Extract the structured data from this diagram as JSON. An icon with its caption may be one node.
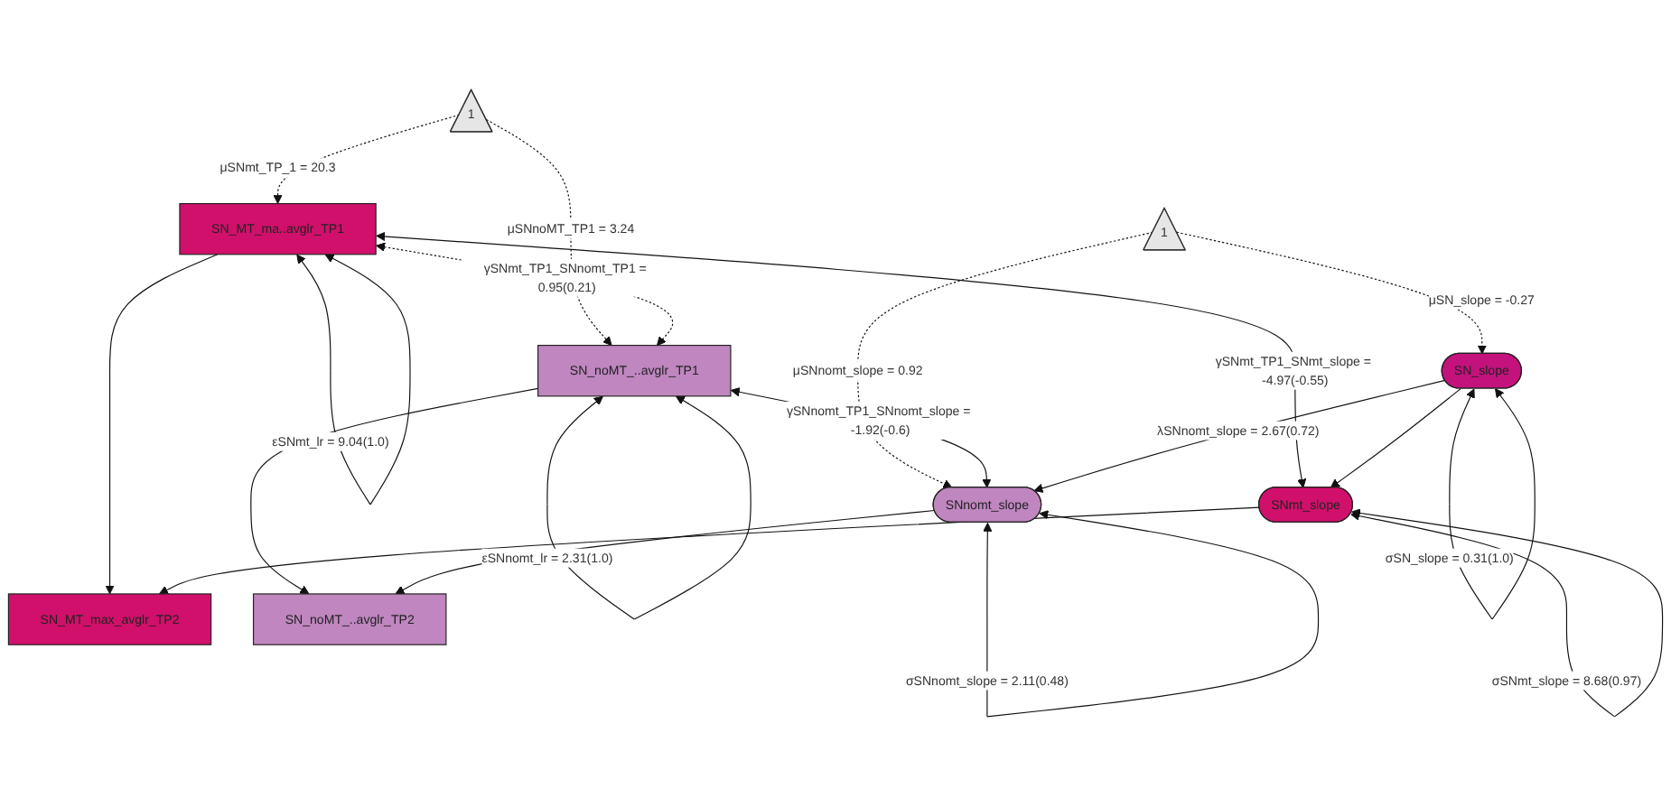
{
  "diagram": {
    "nodes": [
      {
        "text": [
          "1"
        ]
      },
      {
        "text": [
          "1"
        ]
      },
      {
        "text": [
          "SN_MT_ma..avglr_TP1"
        ]
      },
      {
        "text": [
          "SN_MT_max_avglr_TP2"
        ]
      },
      {
        "text": [
          "SN_noMT_..avglr_TP1"
        ]
      },
      {
        "text": [
          "SN_noMT_..avglr_TP2"
        ]
      },
      {
        "text": [
          "SNmt_slope"
        ]
      },
      {
        "text": [
          "SNnomt_slope"
        ]
      },
      {
        "text": [
          "SN_slope"
        ]
      }
    ],
    "edges": [
      {
        "from": 0,
        "to": 2,
        "arrow": "to",
        "style": "dashed",
        "label": "μSNmt_TP_1 = 20.3"
      },
      {
        "from": 0,
        "to": 4,
        "arrow": "to",
        "style": "dashed",
        "label": "μSNnoMT_TP1 = 3.24"
      },
      {
        "from": 2,
        "to": 4,
        "arrow": "both",
        "style": "dashed",
        "label": "γSNmt_TP1_SNnomt_TP1 = 0.95(0.21)"
      },
      {
        "from": 2,
        "to": 2,
        "arrow": "both",
        "label": "εSNmt_lr = 9.04(1.0)"
      },
      {
        "from": 4,
        "to": 4,
        "arrow": "both",
        "label": "εSNnomt_lr = 2.31(1.0)"
      },
      {
        "from": 1,
        "to": 7,
        "arrow": "to",
        "style": "dashed",
        "label": "μSNnomt_slope = 0.92"
      },
      {
        "from": 1,
        "to": 8,
        "arrow": "to",
        "style": "dashed",
        "label": "μSN_slope = -0.27"
      },
      {
        "from": 2,
        "to": 3,
        "arrow": "to"
      },
      {
        "from": 4,
        "to": 5,
        "arrow": "to"
      },
      {
        "from": 2,
        "to": 6,
        "arrow": "both",
        "label": "γSNmt_TP1_SNmt_slope = -4.97(-0.55)"
      },
      {
        "from": 6,
        "to": 3,
        "arrow": "to"
      },
      {
        "from": 6,
        "to": 6,
        "arrow": "both",
        "label": "σSNmt_slope = 8.68(0.97)"
      },
      {
        "from": 4,
        "to": 7,
        "arrow": "both",
        "label": "γSNnomt_TP1_SNnomt_slope = -1.92(-0.6)"
      },
      {
        "from": 7,
        "to": 5,
        "arrow": "to"
      },
      {
        "from": 7,
        "to": 7,
        "arrow": "both",
        "label": "σSNnomt_slope = 2.11(0.48)"
      },
      {
        "from": 8,
        "to": 7,
        "arrow": "to",
        "label": "λSNnomt_slope = 2.67(0.72)"
      },
      {
        "from": 8,
        "to": 6,
        "arrow": "to"
      },
      {
        "from": 8,
        "to": 8,
        "arrow": "both",
        "label": "σSN_slope = 0.31(1.0)"
      }
    ]
  }
}
